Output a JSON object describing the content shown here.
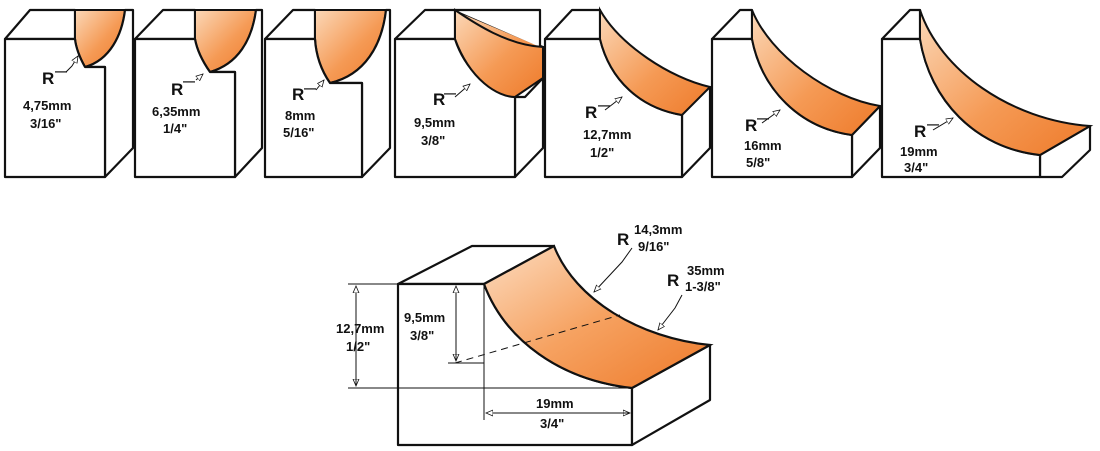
{
  "radius_symbol": "R",
  "profiles": [
    {
      "mm": "4,75mm",
      "inch": "3/16\""
    },
    {
      "mm": "6,35mm",
      "inch": "1/4\""
    },
    {
      "mm": "8mm",
      "inch": "5/16\""
    },
    {
      "mm": "9,5mm",
      "inch": "3/8\""
    },
    {
      "mm": "12,7mm",
      "inch": "1/2\""
    },
    {
      "mm": "16mm",
      "inch": "5/8\""
    },
    {
      "mm": "19mm",
      "inch": "3/4\""
    }
  ],
  "detail": {
    "radius_top": {
      "symbol": "R",
      "mm": "14,3mm",
      "inch": "9/16\""
    },
    "radius_side": {
      "symbol": "R",
      "mm": "35mm",
      "inch": "1-3/8\""
    },
    "total_height": {
      "mm": "12,7mm",
      "inch": "1/2\""
    },
    "cut_height": {
      "mm": "9,5mm",
      "inch": "3/8\""
    },
    "cut_width": {
      "mm": "19mm",
      "inch": "3/4\""
    }
  },
  "colors": {
    "cut_face": "#f08030",
    "cut_face_light": "#fbd3b0",
    "outline": "#111111"
  }
}
